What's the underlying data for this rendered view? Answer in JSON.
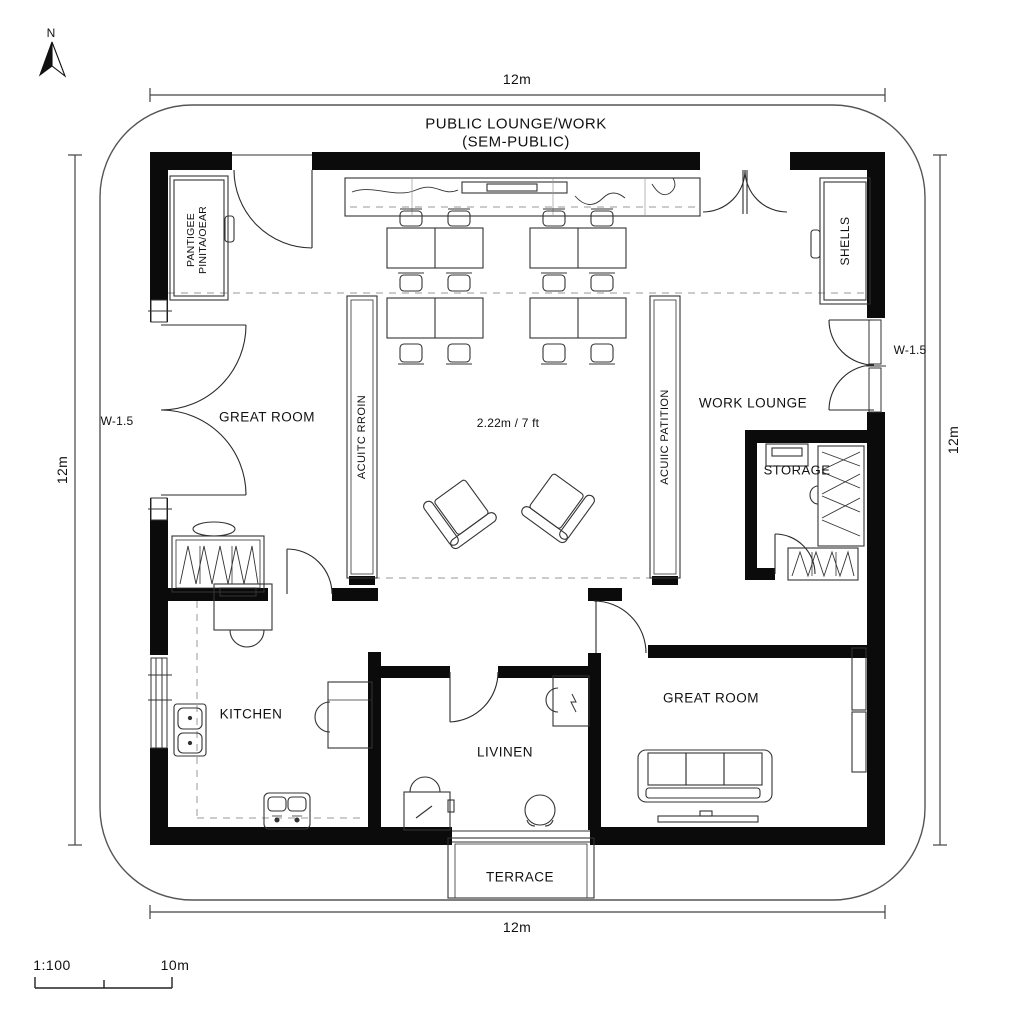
{
  "north": {
    "label": "N"
  },
  "title": {
    "line1": "PUBLIC LOUNGE/WORK",
    "line2": "(SEM-PUBLIC)"
  },
  "dimensions": {
    "top": "12m",
    "bottom": "12m",
    "left": "12m",
    "right": "12m",
    "center_clearance": "2.22m / 7 ft",
    "wall_left": "W-1.5",
    "wall_right": "W-1.5"
  },
  "rooms": {
    "great_room_upper": "GREAT ROOM",
    "work_lounge": "WORK LOUNGE",
    "storage": "STORAGE",
    "kitchen": "KITCHEN",
    "livinen": "LIVINEN",
    "great_room_lower": "GREAT ROOM",
    "terrace": "TERRACE"
  },
  "partitions": {
    "left": "ACUITC RROIN",
    "right": "ACUIIC PATITION"
  },
  "cabinets": {
    "pantry_line1": "PANTIGEE",
    "pantry_line2": "PINITA/OEAR",
    "shelves": "SHELLS"
  },
  "scale": {
    "ratio": "1:100",
    "length": "10m"
  },
  "colors": {
    "wall": "#0b0b0b",
    "line": "#333333",
    "dashed": "#9a9a9a",
    "background": "#ffffff"
  }
}
